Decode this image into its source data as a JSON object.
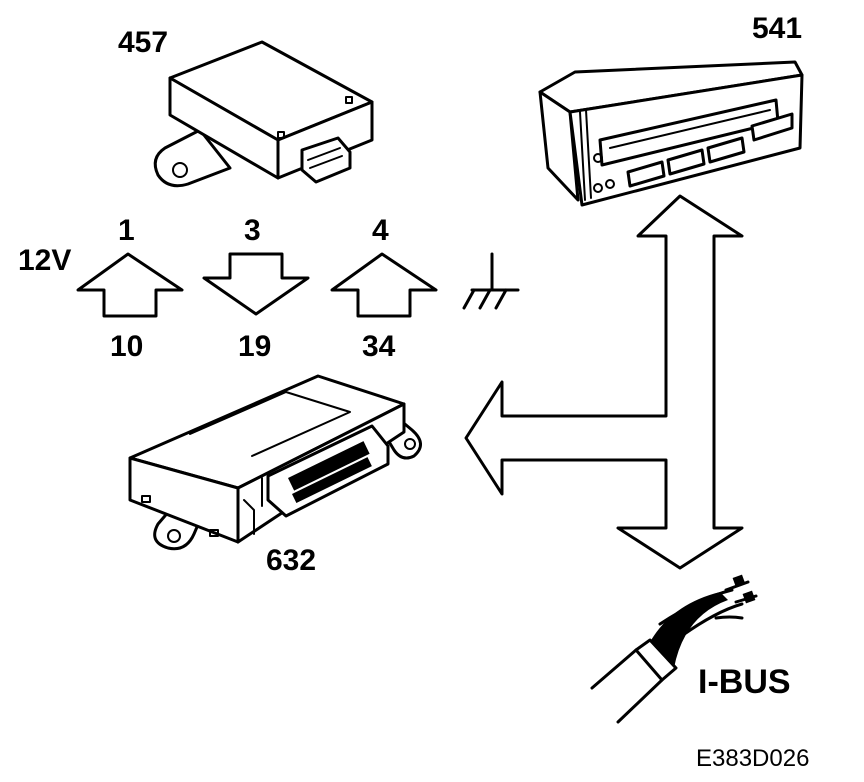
{
  "components": {
    "module_457": "457",
    "display_541": "541",
    "control_unit_632": "632"
  },
  "pins": {
    "supply_label": "12V",
    "arrow_1_top": "1",
    "arrow_1_bottom": "10",
    "arrow_2_top": "3",
    "arrow_2_bottom": "19",
    "arrow_3_top": "4",
    "arrow_3_bottom": "34"
  },
  "bus_label": "I-BUS",
  "figure_ref": "E383D026",
  "icons": [
    "up-arrow-icon",
    "down-arrow-icon",
    "ground-symbol-icon",
    "bidirectional-arrow-icon",
    "cable-icon"
  ]
}
